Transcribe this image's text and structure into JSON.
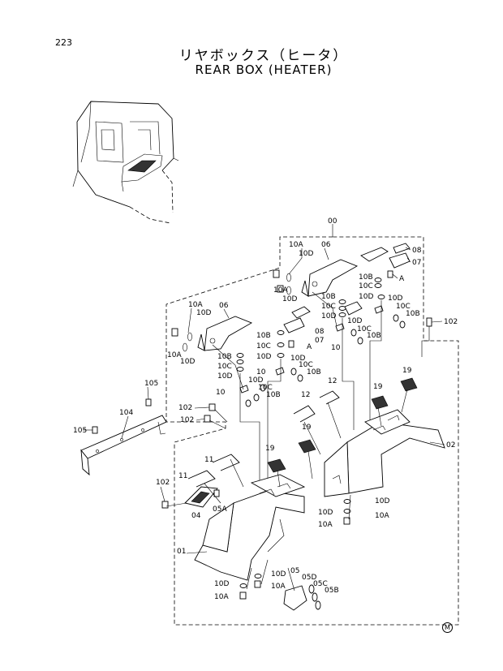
{
  "page_number": "223",
  "title_jp": "リヤボックス（ヒータ）",
  "title_en": "REAR BOX (HEATER)",
  "mark": "M",
  "labels": {
    "l00": "00",
    "l01": "01",
    "l02": "02",
    "l04": "04",
    "l05": "05",
    "l05A": "05A",
    "l05B": "05B",
    "l05C": "05C",
    "l05D": "05D",
    "l06a": "06",
    "l06b": "06",
    "l07a": "07",
    "l07b": "07",
    "l08a": "08",
    "l08b": "08",
    "l10a": "10",
    "l10b": "10",
    "l10A1": "10A",
    "l10A2": "10A",
    "l10A3": "10A",
    "l10A4": "10A",
    "l10A5": "10A",
    "l10A6": "10A",
    "l10A7": "10A",
    "l10A8": "10A",
    "l10A9": "10A",
    "l10B1": "10B",
    "l10B2": "10B",
    "l10B3": "10B",
    "l10B4": "10B",
    "l10B5": "10B",
    "l10B6": "10B",
    "l10B7": "10B",
    "l10B8": "10B",
    "l10C1": "10C",
    "l10C2": "10C",
    "l10C3": "10C",
    "l10C4": "10C",
    "l10C5": "10C",
    "l10C6": "10C",
    "l10D1": "10D",
    "l10D2": "10D",
    "l10D3": "10D",
    "l10D4": "10D",
    "l10D5": "10D",
    "l10D6": "10D",
    "l10D7": "10D",
    "l10D8": "10D",
    "l10D9": "10D",
    "l10D10": "10D",
    "l10D11": "10D",
    "l10D12": "10D",
    "l10D13": "10D",
    "l10D14": "10D",
    "l10D15": "10D",
    "l10D16": "10D",
    "l11": "11",
    "l12a": "12",
    "l12b": "12",
    "l19a": "19",
    "l19b": "19",
    "l19c": "19",
    "l102a": "102",
    "l102b": "102",
    "l102c": "102",
    "l102d": "102",
    "l104": "104",
    "l105a": "105",
    "l105b": "105",
    "lAa": "A",
    "lAb": "A",
    "l11b": "11"
  }
}
